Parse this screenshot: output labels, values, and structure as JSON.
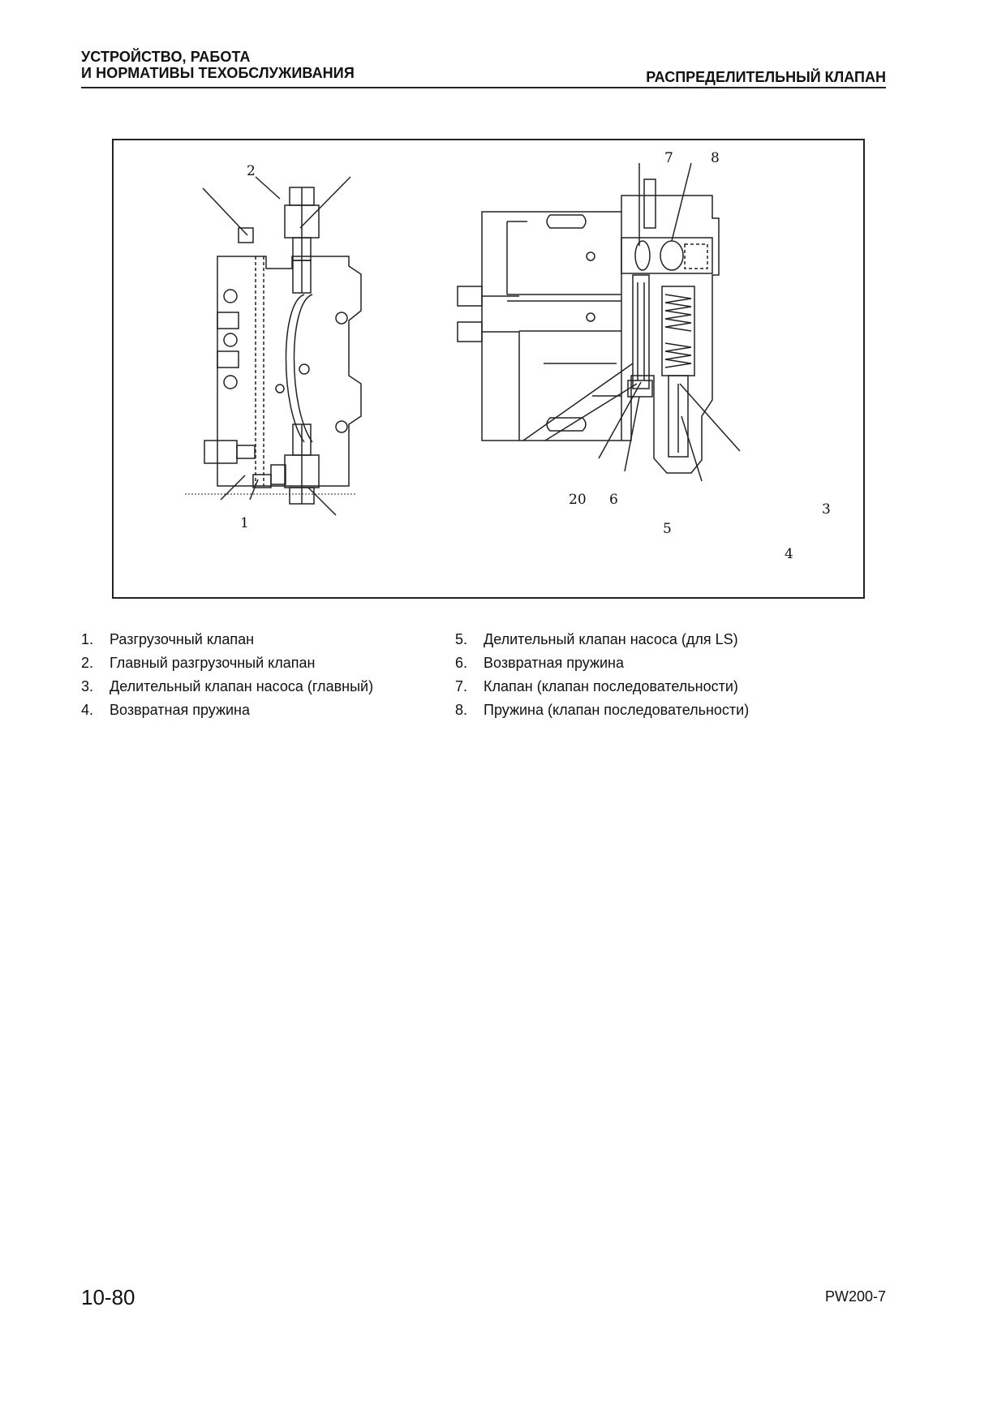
{
  "header": {
    "left_line1": "УСТРОЙСТВО, РАБОТА",
    "left_line2": "И НОРМАТИВЫ ТЕХОБСЛУЖИВАНИЯ",
    "right": "РАСПРЕДЕЛИТЕЛЬНЫЙ КЛАПАН"
  },
  "figure": {
    "callouts": {
      "c1": "1",
      "c2": "2",
      "c3": "3",
      "c4": "4",
      "c5": "5",
      "c6": "6",
      "c7": "7",
      "c8": "8",
      "c20": "20"
    }
  },
  "legend": [
    {
      "num": "1.",
      "text": "Разгрузочный клапан"
    },
    {
      "num": "2.",
      "text": "Главный разгрузочный клапан"
    },
    {
      "num": "3.",
      "text": "Делительный клапан насоса (главный)"
    },
    {
      "num": "4.",
      "text": "Возвратная пружина"
    },
    {
      "num": "5.",
      "text": "Делительный клапан насоса (для LS)"
    },
    {
      "num": "6.",
      "text": "Возвратная пружина"
    },
    {
      "num": "7.",
      "text": "Клапан (клапан последовательности)"
    },
    {
      "num": "8.",
      "text": "Пружина (клапан последовательности)"
    }
  ],
  "footer": {
    "page": "10-80",
    "model": "PW200-7"
  }
}
